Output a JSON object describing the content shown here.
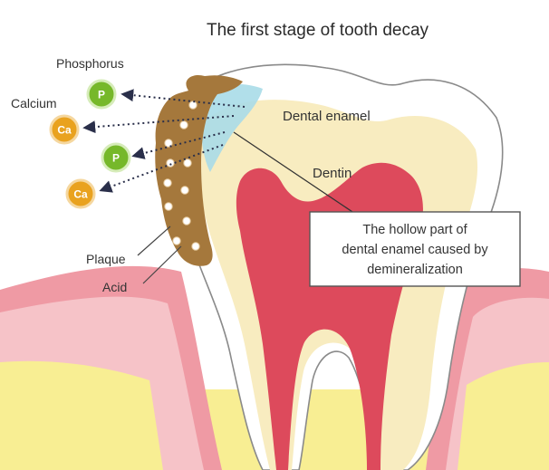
{
  "title": "The first stage of tooth decay",
  "labels": {
    "phosphorus": "Phosphorus",
    "calcium": "Calcium",
    "plaque": "Plaque",
    "acid": "Acid",
    "dental_enamel": "Dental enamel",
    "dentin": "Dentin"
  },
  "callout": {
    "line1": "The hollow part of",
    "line2": "dental enamel caused by",
    "line3": "demineralization"
  },
  "ions": {
    "p1": "P",
    "ca1": "Ca",
    "p2": "P",
    "ca2": "Ca"
  },
  "colors": {
    "gum": "#ef9aa4",
    "gum_light": "#f6c3c8",
    "bone": "#f8ee93",
    "enamel": "#ffffff",
    "dentin": "#f8ecc0",
    "pulp": "#dd4a5c",
    "plaque": "#a5783c",
    "phosphorus": "#76b82a",
    "calcium": "#e9a21f",
    "demineralized": "#a8dbe8"
  }
}
